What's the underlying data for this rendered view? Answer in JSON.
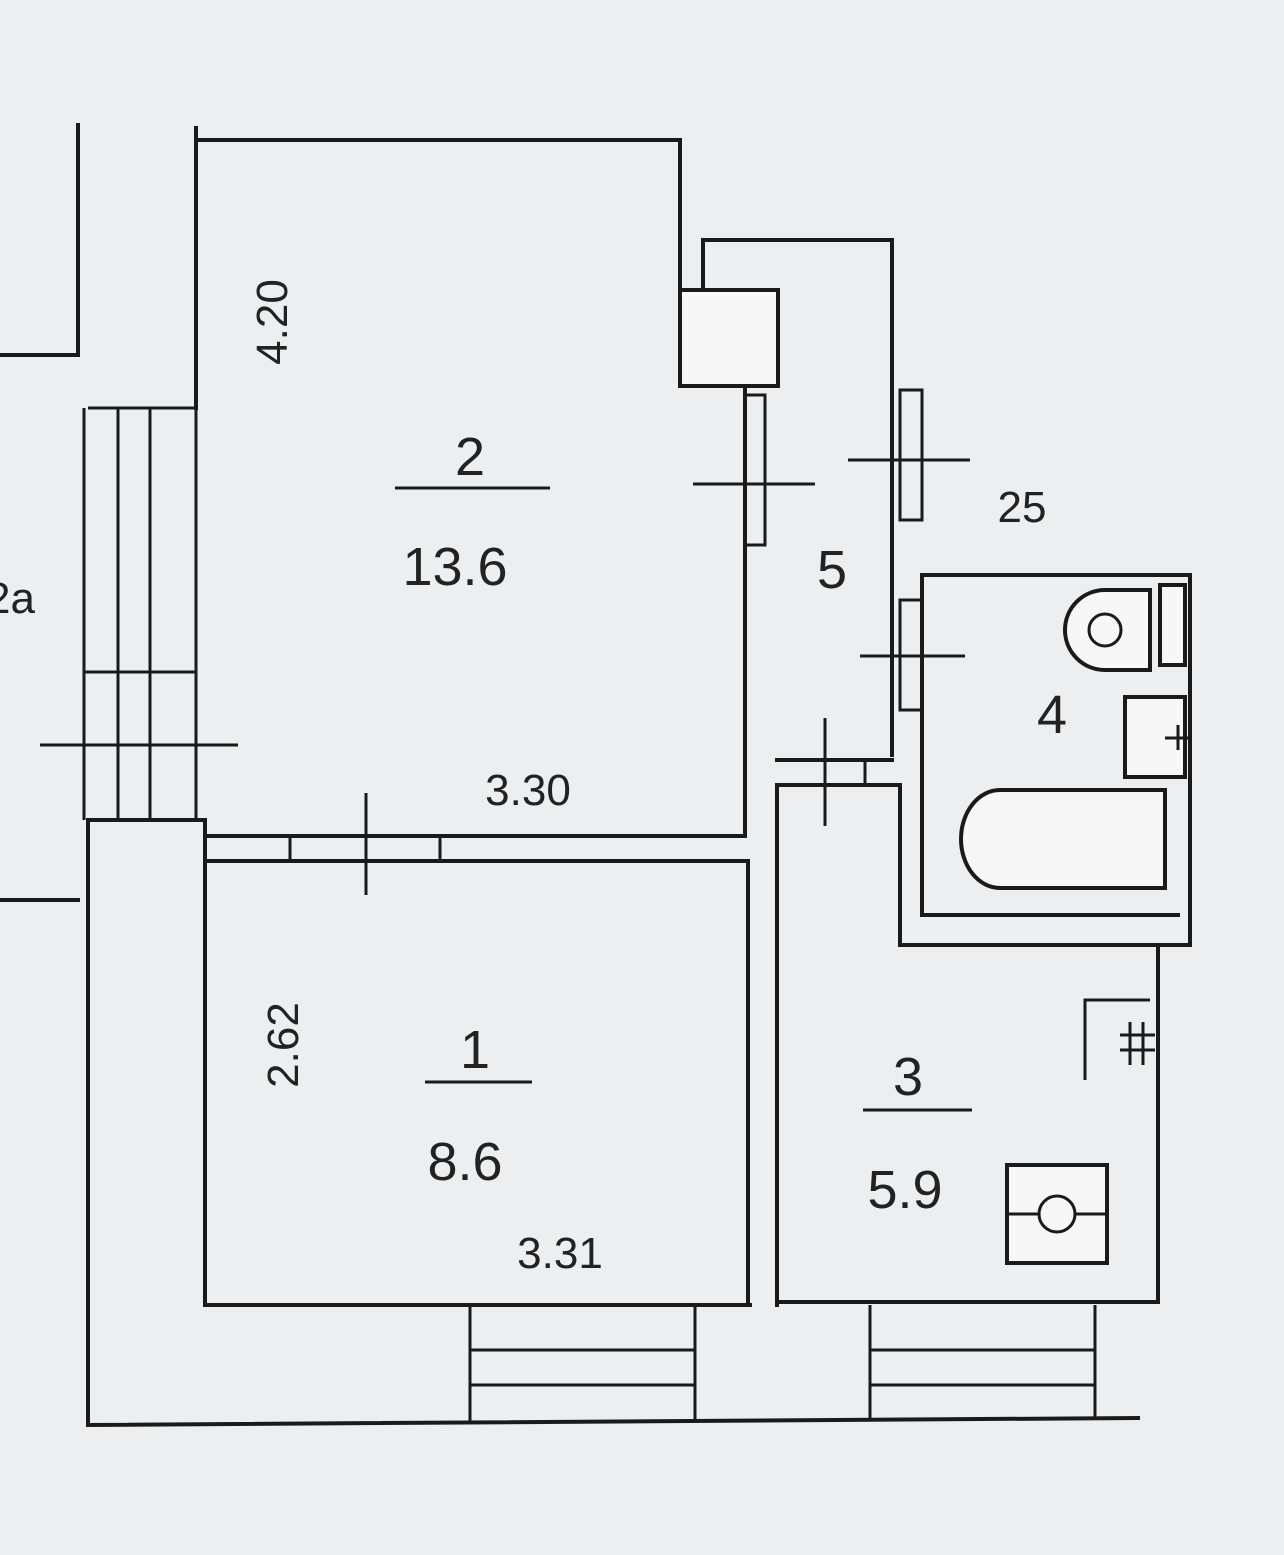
{
  "plan": {
    "neighbor_label": "2a",
    "rooms": [
      {
        "number": "1",
        "area": "8.6"
      },
      {
        "number": "2",
        "area": "13.6"
      },
      {
        "number": "3",
        "area": "5.9"
      },
      {
        "number": "4"
      },
      {
        "number": "5"
      }
    ],
    "dimensions": {
      "room2_height": "4.20",
      "room2_width": "3.30",
      "room1_height": "2.62",
      "room1_width": "3.31",
      "corridor_mark": "25"
    }
  }
}
